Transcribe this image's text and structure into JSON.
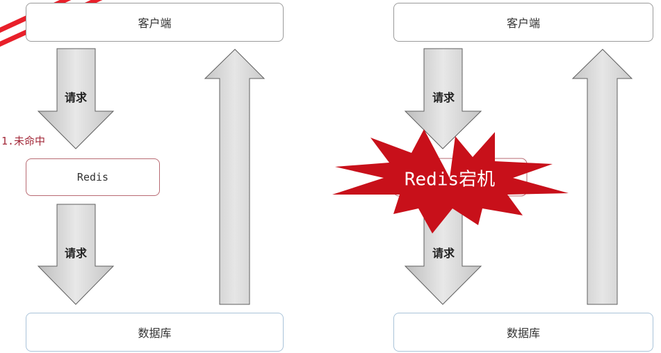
{
  "left": {
    "client_label": "客户端",
    "redis_label": "Redis",
    "database_label": "数据库",
    "request_top_label": "请求",
    "request_bottom_label": "请求",
    "cache_miss_label": "1.未命中"
  },
  "right": {
    "client_label": "客户端",
    "database_label": "数据库",
    "request_top_label": "请求",
    "request_bottom_label": "请求",
    "redis_down_label": "Redis宕机"
  },
  "colors": {
    "arrow_fill": "#dcdcdc",
    "arrow_stroke": "#5f5f5f",
    "burst_fill": "#c8101a",
    "redis_border": "#b86a72",
    "database_border": "#a9c3d9",
    "miss_text": "#a32a3a",
    "stripes": "#e8202a"
  }
}
